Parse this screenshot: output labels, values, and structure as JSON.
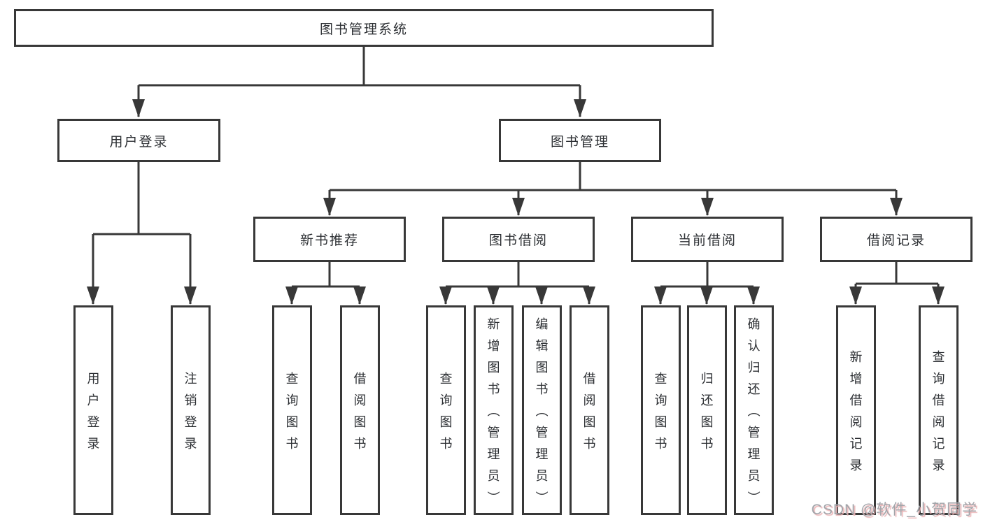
{
  "title": "图书管理系统",
  "nodes": {
    "root": {
      "label": "图书管理系统"
    },
    "level1": [
      {
        "label": "用户登录"
      },
      {
        "label": "图书管理"
      }
    ],
    "level2": [
      {
        "label": "新书推荐",
        "parent": "图书管理"
      },
      {
        "label": "图书借阅",
        "parent": "图书管理"
      },
      {
        "label": "当前借阅",
        "parent": "图书管理"
      },
      {
        "label": "借阅记录",
        "parent": "图书管理"
      }
    ],
    "level3": [
      {
        "label": "用户登录",
        "parent": "用户登录"
      },
      {
        "label": "注销登录",
        "parent": "用户登录"
      },
      {
        "label": "查询图书",
        "parent": "新书推荐"
      },
      {
        "label": "借阅图书",
        "parent": "新书推荐"
      },
      {
        "label": "查询图书",
        "parent": "图书借阅"
      },
      {
        "label": "新增图书（管理员）",
        "parent": "图书借阅"
      },
      {
        "label": "编辑图书（管理员）",
        "parent": "图书借阅"
      },
      {
        "label": "借阅图书",
        "parent": "图书借阅"
      },
      {
        "label": "查询图书",
        "parent": "当前借阅"
      },
      {
        "label": "归还图书",
        "parent": "当前借阅"
      },
      {
        "label": "确认归还（管理员）",
        "parent": "当前借阅"
      },
      {
        "label": "新增借阅记录",
        "parent": "借阅记录"
      },
      {
        "label": "查询借阅记录",
        "parent": "借阅记录"
      }
    ]
  },
  "watermark": {
    "text": "CSDN @软件_小贺同学"
  },
  "colors": {
    "line": "#383838",
    "text": "#2c2f33",
    "box_fill": "#ffffff",
    "background": "#ffffff",
    "watermark_text": "#a2a5aa",
    "watermark_shadow": "#eab3b5"
  }
}
